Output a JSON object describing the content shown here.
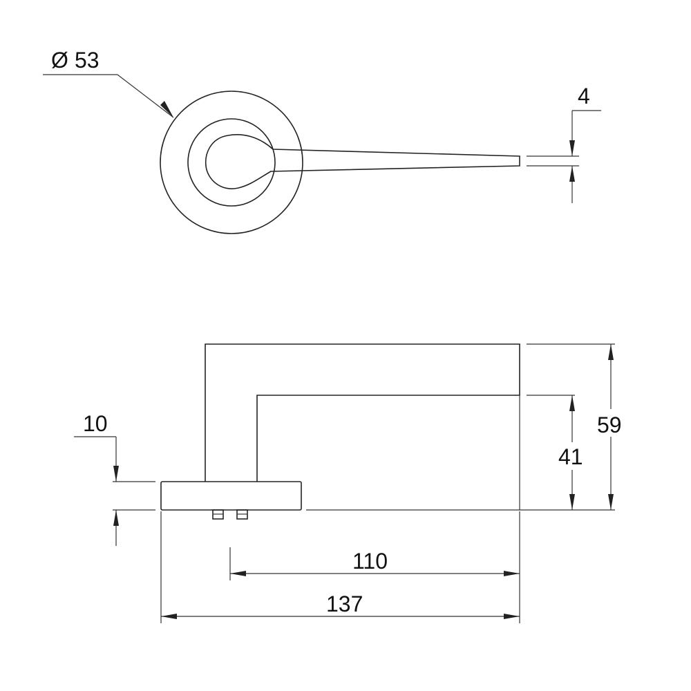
{
  "top_view": {
    "diameter_symbol": "Ø",
    "diameter_value": "53",
    "thickness_value": "4"
  },
  "side_view": {
    "rose_thickness_value": "10",
    "total_height_value": "59",
    "lever_height_value": "41",
    "lever_length_value": "110",
    "total_length_value": "137"
  },
  "colors": {
    "line": "#222222",
    "background": "#ffffff"
  }
}
